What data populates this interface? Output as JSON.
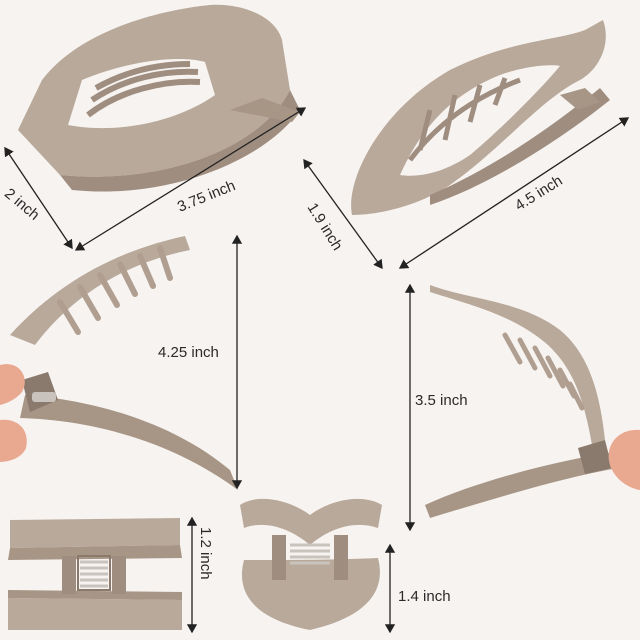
{
  "colors": {
    "background": "#f7f3f1",
    "clip": "#b9a99a",
    "clip_shadow": "#9f8e80",
    "clip_dark": "#8a7a6d",
    "spring": "#c9c3bd",
    "skin": "#e9a990",
    "arrow": "#222222"
  },
  "measurements": {
    "rect_width": "2 inch",
    "rect_length": "3.75 inch",
    "leaf_width": "1.9 inch",
    "leaf_length": "4.5 inch",
    "open_left_height": "4.25 inch",
    "open_right_height": "3.5 inch",
    "rect_end_height": "1.2 inch",
    "leaf_end_height": "1.4 inch"
  }
}
